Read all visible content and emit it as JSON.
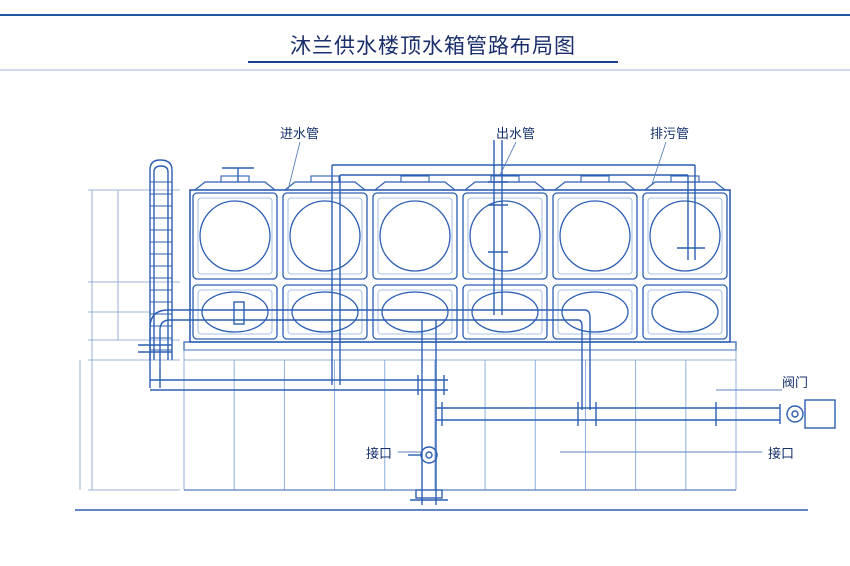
{
  "title": "沐兰供水楼顶水箱管路布局图",
  "labels": {
    "inlet_pipe": "进水管",
    "outlet_pipe": "出水管",
    "drain_pipe": "排污管",
    "valve": "阀门",
    "joint_left": "接口",
    "joint_right": "接口"
  },
  "colors": {
    "line": "#2d5fb3",
    "line_light": "#8fb0e0",
    "accent": "#1a3f8f",
    "text": "#15306b"
  },
  "tank": {
    "columns": 6,
    "rows": 2
  }
}
